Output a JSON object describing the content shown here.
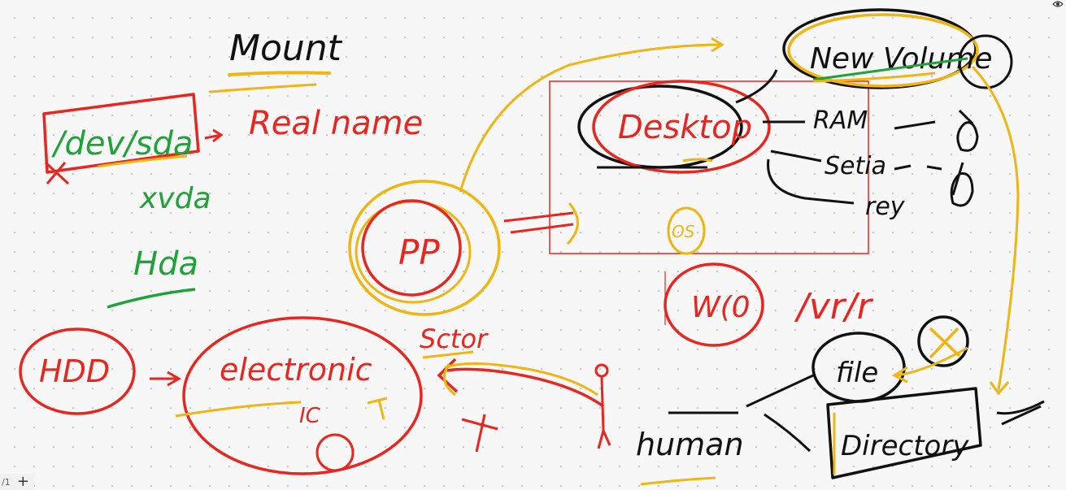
{
  "labels": {
    "mount": "Mount",
    "dev_sda": "/dev/sda",
    "real_name": "Real name",
    "xvda": "xvda",
    "hda": "Hda",
    "new_volume": "New Volume",
    "desktop": "Desktop",
    "ram": "RAM",
    "setia": "Setia",
    "rey": "rey",
    "os": "OS",
    "pp": "PP",
    "wd": "W(0",
    "path": "/vr/r",
    "hdd": "HDD",
    "electronic": "electronic",
    "ic": "IC",
    "sector": "Sctor",
    "human": "human",
    "file": "file",
    "directory": "Directory"
  },
  "footer": {
    "page_indicator": "/1",
    "add_page": "+"
  },
  "colors": {
    "red": "#e8261f",
    "black": "#111111",
    "green": "#1fa23a",
    "yellow": "#f1b511",
    "background": "#f7f7f7"
  },
  "icons": {
    "view": "eye-icon",
    "add": "plus-icon"
  }
}
